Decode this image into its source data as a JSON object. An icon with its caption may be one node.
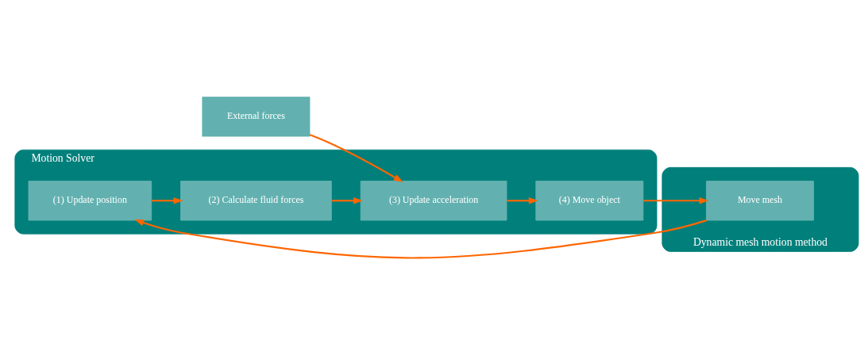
{
  "diagram": {
    "nodes": [
      {
        "text": [
          "External forces"
        ]
      },
      {
        "text": [
          "Motion Solver"
        ]
      },
      {
        "text": [
          "(1) Update position"
        ],
        "in": 1
      },
      {
        "text": [
          "(2) Calculate fluid forces"
        ],
        "in": 1
      },
      {
        "text": [
          "(3) Update acceleration"
        ],
        "in": 1
      },
      {
        "text": [
          "(4) Move object"
        ],
        "in": 1
      },
      {
        "text": [
          "Dynamic mesh motion method"
        ]
      },
      {
        "text": [
          "Move mesh"
        ],
        "in": 6
      }
    ],
    "edges": [
      {
        "from": 2,
        "to": 3,
        "arrow": "to"
      },
      {
        "from": 3,
        "to": 4,
        "arrow": "to"
      },
      {
        "from": 0,
        "to": 4,
        "arrow": "to"
      },
      {
        "from": 4,
        "to": 5,
        "arrow": "to"
      },
      {
        "from": 5,
        "to": 7,
        "arrow": "to"
      },
      {
        "from": 7,
        "to": 2,
        "arrow": "to"
      }
    ]
  }
}
